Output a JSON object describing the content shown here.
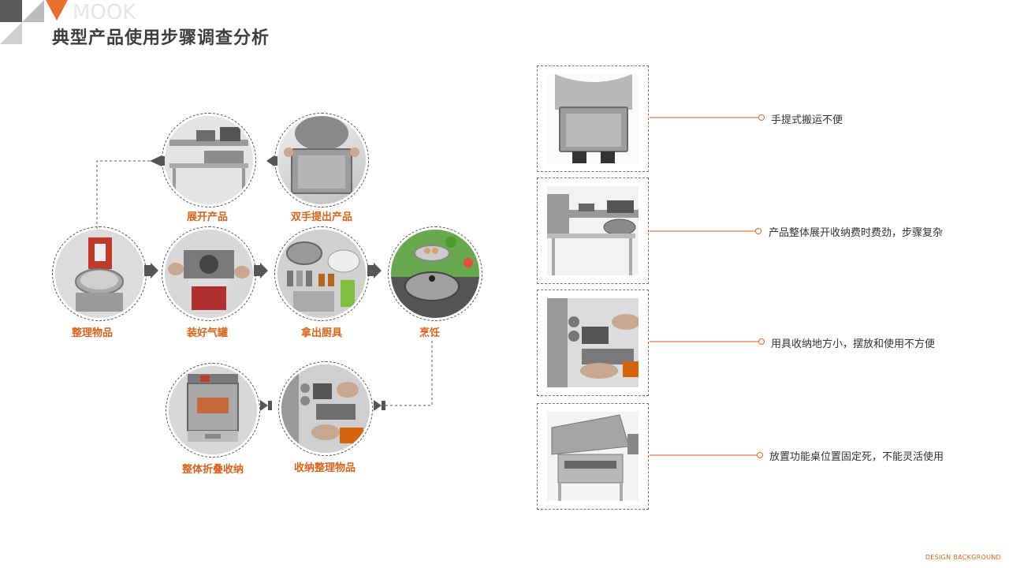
{
  "header": {
    "logo_text": "MOOK",
    "title": "典型产品使用步骤调查分析"
  },
  "flow": {
    "steps": [
      {
        "label": "双手提出产品"
      },
      {
        "label": "展开产品"
      },
      {
        "label": "整理物品"
      },
      {
        "label": "装好气罐"
      },
      {
        "label": "拿出厨具"
      },
      {
        "label": "烹饪"
      },
      {
        "label": "收纳整理物品"
      },
      {
        "label": "整体折叠收纳"
      }
    ]
  },
  "issues": [
    {
      "text": "手提式搬运不便"
    },
    {
      "text": "产品整体展开收纳费时费劲，步骤复杂"
    },
    {
      "text": "用具收纳地方小，摆放和使用不方便"
    },
    {
      "text": "放置功能桌位置固定死，不能灵活使用"
    }
  ],
  "footer": {
    "text": "DESIGN BACKGROUND"
  },
  "colors": {
    "accent": "#d9641c",
    "arrow": "#555555",
    "text": "#3e3e3e"
  }
}
